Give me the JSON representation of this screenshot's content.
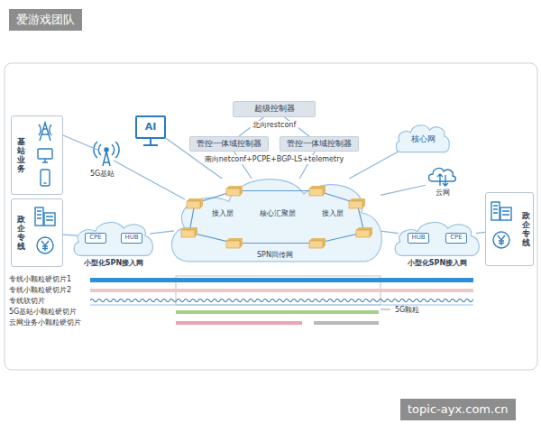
{
  "diagram": {
    "nodes": [
      {
        "text": [
          "超级控制器"
        ]
      },
      {
        "text": [
          "管控一体域控制器"
        ]
      },
      {
        "text": [
          "管控一体域控制器"
        ]
      },
      {
        "text": [
          "AI"
        ]
      },
      {
        "text": [
          "基站业务"
        ]
      },
      {
        "text": [
          "政企专线"
        ]
      },
      {
        "text": [
          "接入层",
          "核心汇聚层",
          "接入层",
          "SPN回传网"
        ]
      },
      {
        "text": [
          "小型化SPN接入网"
        ]
      },
      {
        "text": [
          "CPE"
        ],
        "in": 7
      },
      {
        "text": [
          "HUB"
        ],
        "in": 7
      },
      {
        "text": [
          "核心网"
        ]
      },
      {
        "text": [
          "云网"
        ]
      },
      {
        "text": [
          "政企专线"
        ]
      },
      {
        "text": [
          "小型化SPN接入网"
        ]
      },
      {
        "text": [
          "HUB"
        ],
        "in": 13
      },
      {
        "text": [
          "CPE"
        ],
        "in": 13
      }
    ],
    "edges": [
      {
        "from": 0,
        "to": 1,
        "arrow": "none"
      },
      {
        "from": 0,
        "to": 2,
        "arrow": "none"
      },
      {
        "from": 1,
        "to": 6,
        "arrow": "none"
      },
      {
        "from": 2,
        "to": 6,
        "arrow": "none"
      },
      {
        "from": 3,
        "to": 6,
        "arrow": "none"
      },
      {
        "from": 10,
        "to": 6,
        "arrow": "none"
      },
      {
        "from": 11,
        "to": 6,
        "arrow": "none"
      },
      {
        "from": 7,
        "to": 6,
        "arrow": "none"
      },
      {
        "from": 13,
        "to": 6,
        "arrow": "none"
      },
      {
        "from": 5,
        "to": 7,
        "arrow": "none"
      },
      {
        "from": 12,
        "to": 13,
        "arrow": "none"
      },
      {
        "from": 8,
        "to": 9,
        "arrow": "none"
      },
      {
        "from": 14,
        "to": 15,
        "arrow": "none"
      }
    ],
    "labels": [
      "北向restconf",
      "南向netconf+PCPE+BGP-LS+telemetry",
      "5G基站",
      "5G颗粒",
      "爱游戏团队",
      "topic-ayx.com.cn"
    ],
    "legend": [
      {
        "text": "专线小颗粒硬切片1",
        "color": "#2f8fd6"
      },
      {
        "text": "专线小颗粒硬切片2",
        "color": "#ecc9c9"
      },
      {
        "text": "专线软切片"
      },
      {
        "text": "5G基站小颗粒硬切片",
        "color": "#a9cf8a"
      },
      {
        "text": "云网业务小颗粒硬切片",
        "color": "#eaa5b2"
      }
    ]
  }
}
